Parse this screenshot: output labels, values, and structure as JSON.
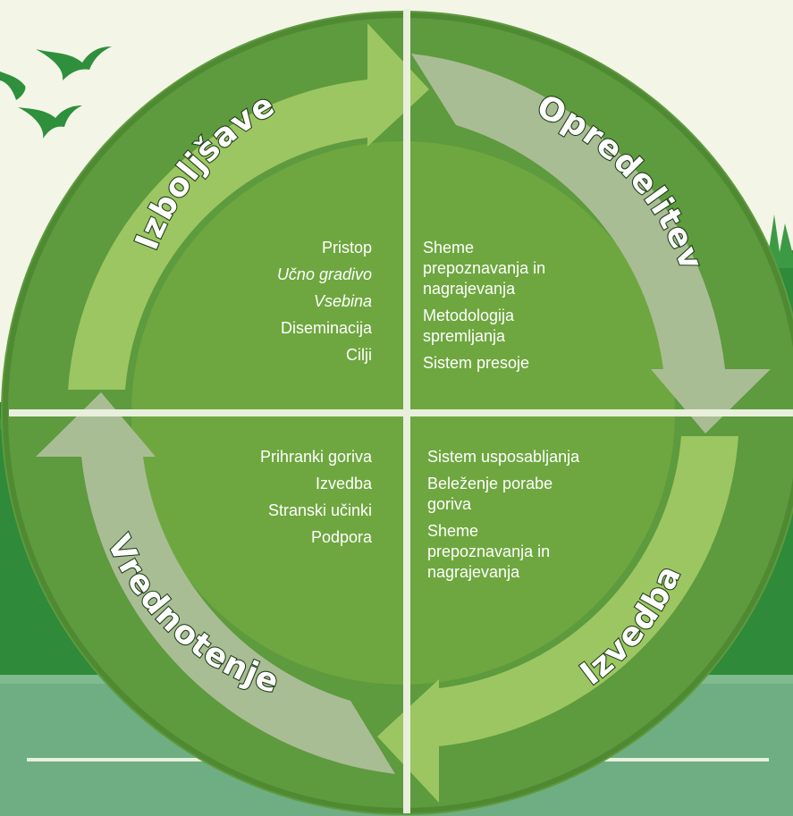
{
  "colors": {
    "background": "#f3f5e6",
    "ring": "#5e9a3e",
    "center": "#6ea73f",
    "arrow_light": "#9cc661",
    "arrow_gray": "#a9bd94",
    "grass": "#2f8a3a",
    "road": "#6fae82",
    "divider": "#e8efdc"
  },
  "stages": {
    "top_left": "Izboljšave",
    "top_right": "Opredelitev",
    "bottom_right": "Izvedba",
    "bottom_left": "Vrednotenje"
  },
  "quadrants": {
    "top_left": {
      "items": [
        {
          "text": "Pristop",
          "italic": false
        },
        {
          "text": "Učno gradivo",
          "italic": true
        },
        {
          "text": "Vsebina",
          "italic": true
        },
        {
          "text": "Diseminacija",
          "italic": false
        },
        {
          "text": "Cilji",
          "italic": false
        }
      ]
    },
    "top_right": {
      "items": [
        {
          "lines": [
            "Sheme",
            "prepoznavanja in",
            "nagrajevanja"
          ]
        },
        {
          "lines": [
            "Metodologija",
            "spremljanja"
          ]
        },
        {
          "lines": [
            "Sistem presoje"
          ]
        }
      ]
    },
    "bottom_left": {
      "items": [
        {
          "text": "Prihranki goriva"
        },
        {
          "text": "Izvedba"
        },
        {
          "text": "Stranski učinki"
        },
        {
          "text": "Podpora"
        }
      ]
    },
    "bottom_right": {
      "items": [
        {
          "lines": [
            "Sistem usposabljanja"
          ]
        },
        {
          "lines": [
            "Beleženje porabe",
            "goriva"
          ]
        },
        {
          "lines": [
            "Sheme",
            "prepoznavanja in",
            "nagrajevanja"
          ]
        }
      ]
    }
  },
  "icons": [
    "bird-icon",
    "bird-icon",
    "bird-icon"
  ]
}
